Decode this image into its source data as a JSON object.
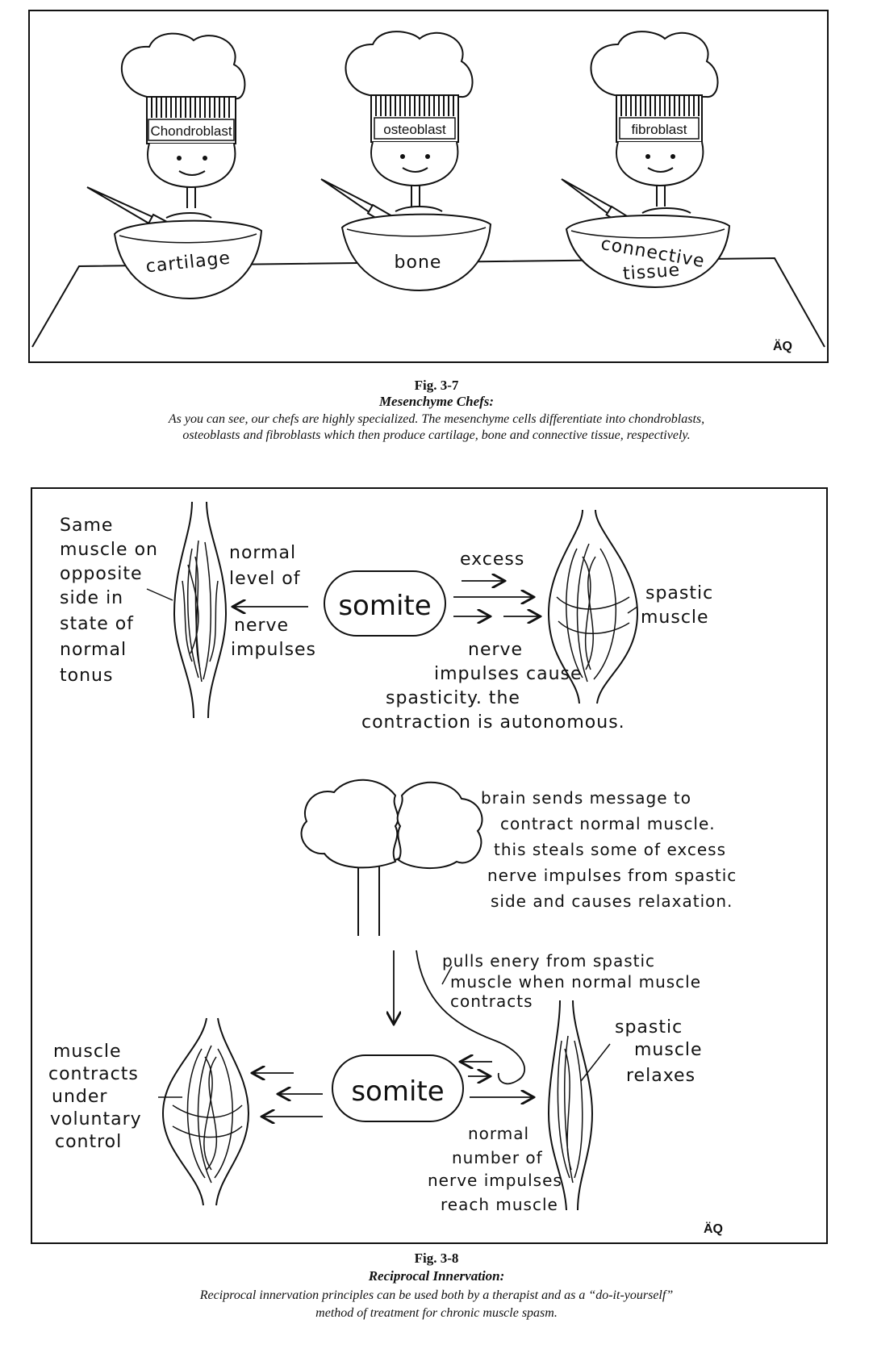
{
  "fig37": {
    "chefs": [
      {
        "hat": "Chondroblast",
        "bowl": "cartilage"
      },
      {
        "hat": "osteoblast",
        "bowl": "bone"
      },
      {
        "hat": "fibroblast",
        "bowl_line1": "connective",
        "bowl_line2": "tissue"
      }
    ],
    "signature": "ÄQ",
    "caption": {
      "number": "Fig. 3-7",
      "title": "Mesenchyme Chefs:",
      "line1": "As you can see, our chefs are highly specialized.  The mesenchyme cells differentiate into chondroblasts,",
      "line2": "osteoblasts and fibroblasts which then produce cartilage, bone and connective tissue, respectively."
    }
  },
  "fig38": {
    "top": {
      "left_label": [
        "Same",
        "muscle on",
        "opposite",
        "side in",
        "state of",
        "normal",
        "tonus"
      ],
      "normal_level": [
        "normal",
        "level of",
        "nerve",
        "impulses"
      ],
      "somite": "somite",
      "excess": "excess",
      "spastic": [
        "spastic",
        "muscle"
      ],
      "bottom_text": [
        "nerve",
        "impulses cause",
        "spasticity. the",
        "contraction is autonomous."
      ]
    },
    "brain_text": [
      "brain sends message to",
      "contract normal muscle.",
      "this steals some of excess",
      "nerve impulses from spastic",
      "side and causes relaxation."
    ],
    "pulls_text": [
      "pulls enery from spastic",
      "muscle when normal muscle",
      "contracts"
    ],
    "bottom": {
      "left_label": [
        "muscle",
        "contracts",
        "under",
        "voluntary",
        "control"
      ],
      "somite": "somite",
      "relaxes": [
        "spastic",
        "muscle",
        "relaxes"
      ],
      "normal_number": [
        "normal",
        "number of",
        "nerve impulses",
        "reach muscle"
      ]
    },
    "signature": "ÄQ",
    "caption": {
      "number": "Fig. 3-8",
      "title": "Reciprocal Innervation:",
      "line1": "Reciprocal innervation principles can be used both by a therapist and as a “do-it-yourself”",
      "line2": "method of treatment for chronic muscle spasm."
    }
  }
}
